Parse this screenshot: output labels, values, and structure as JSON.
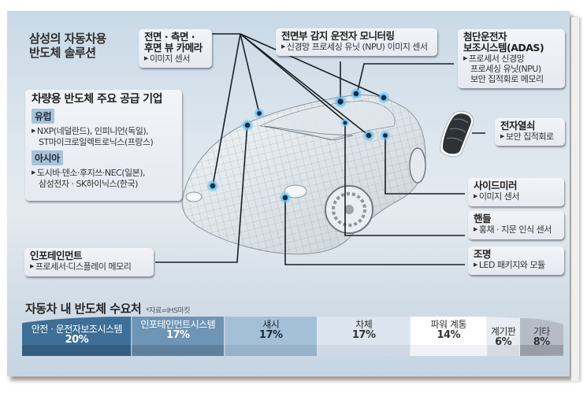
{
  "title": {
    "line1": "삼성의 자동차용",
    "line2": "반도체 솔루션"
  },
  "callouts": {
    "camera": {
      "title1": "전면 · 측면 ·",
      "title2": "후면 뷰 카메라",
      "item": "이미지 센서"
    },
    "driver_monitoring": {
      "title": "전면부 감지 운전자 모니터링",
      "item": "신경망 프로세싱 유닛 (NPU) 이미지 센서"
    },
    "adas": {
      "title1": "첨단운전자",
      "title2": "보조시스템(ADAS)",
      "item1": "프로세서 신경망",
      "item2": "프로세싱 유닛(NPU)",
      "item3": "보안 집적회로 메모리"
    },
    "smart_key": {
      "title": "전자열쇠",
      "item": "보안 집적회로"
    },
    "side_mirror": {
      "title": "사이드미러",
      "item": "이미지 센서"
    },
    "handle": {
      "title": "핸들",
      "item": "홍채 · 지문 인식 센서"
    },
    "lighting": {
      "title": "조명",
      "item": "LED 패키지와 모듈"
    },
    "infotainment": {
      "title": "인포테인먼트",
      "item": "프로세서·디스플레이 메모리"
    }
  },
  "suppliers": {
    "title": "차량용 반도체 주요 공급 기업",
    "europe": {
      "tag": "유럽",
      "line1": "NXP(네덜란드), 인피니언(독일),",
      "line2": "ST마이크로일렉트로닉스(프랑스)"
    },
    "asia": {
      "tag": "아시아",
      "line1": "도시바·덴소·후지쓰·NEC(일본),",
      "line2": "삼성전자 · SK하이닉스(한국)"
    }
  },
  "colors": {
    "frame_bg": "#d6e1ea",
    "marker_glow": "#3fa9e0",
    "seg1": "#3f6f97",
    "seg2": "#6e94b6",
    "seg3": "#a4c0d9",
    "seg4": "#dbe4ef",
    "seg5": "#ffffff",
    "seg6": "#e9ecf2",
    "seg7": "#b6bcc6"
  },
  "chart_data": {
    "type": "bar",
    "subtype": "stacked-100-horizontal",
    "title": "자동차 내 반도체 수요처",
    "source": "*자료=IHS마킷",
    "categories": [
      "안전 · 운전자보조시스템",
      "인포테인먼트시스템",
      "섀시",
      "차체",
      "파워 계통",
      "계기판",
      "기타"
    ],
    "values": [
      20,
      17,
      17,
      17,
      14,
      6,
      8
    ],
    "labels": [
      "20%",
      "17%",
      "17%",
      "17%",
      "14%",
      "6%",
      "8%"
    ],
    "unit": "%",
    "xlabel": "",
    "ylabel": "",
    "legend": "none",
    "grid": false
  }
}
